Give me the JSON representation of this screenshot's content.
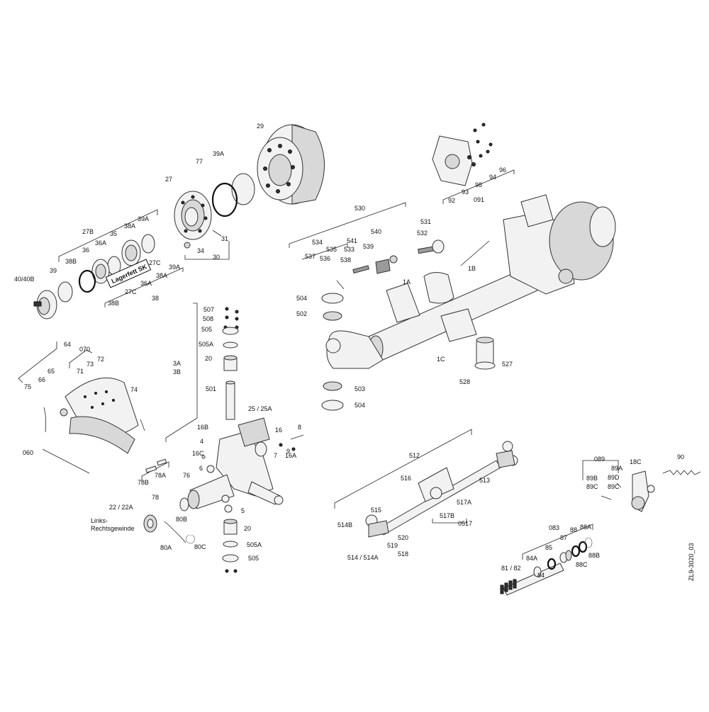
{
  "drawing_code": "ZL9-3020_03",
  "notes": {
    "links_line1": "Links-",
    "links_line2": "Rechtsgewinde",
    "lagerfett": "Lagerfett SK"
  },
  "labels": [
    {
      "id": "l29",
      "t": "29"
    },
    {
      "id": "l39A_top",
      "t": "39A"
    },
    {
      "id": "l77",
      "t": "77"
    },
    {
      "id": "l27",
      "t": "27"
    },
    {
      "id": "l31",
      "t": "31"
    },
    {
      "id": "l34",
      "t": "34"
    },
    {
      "id": "l30",
      "t": "30"
    },
    {
      "id": "l27B",
      "t": "27B"
    },
    {
      "id": "l38A_a",
      "t": "38A"
    },
    {
      "id": "l39A_b",
      "t": "39A"
    },
    {
      "id": "l35",
      "t": "35"
    },
    {
      "id": "l36A_a",
      "t": "36A"
    },
    {
      "id": "l36",
      "t": "36"
    },
    {
      "id": "l38B_a",
      "t": "38B"
    },
    {
      "id": "l39",
      "t": "39"
    },
    {
      "id": "l4040B",
      "t": "40/40B"
    },
    {
      "id": "l27C_a",
      "t": "27C"
    },
    {
      "id": "l39A_c",
      "t": "39A"
    },
    {
      "id": "l38A_b",
      "t": "38A"
    },
    {
      "id": "l36A_b",
      "t": "36A"
    },
    {
      "id": "l27C_b",
      "t": "27C"
    },
    {
      "id": "l38B_b",
      "t": "38B"
    },
    {
      "id": "l38",
      "t": "38"
    },
    {
      "id": "l92",
      "t": "92"
    },
    {
      "id": "l93",
      "t": "93"
    },
    {
      "id": "l98",
      "t": "98"
    },
    {
      "id": "l091",
      "t": "091"
    },
    {
      "id": "l94",
      "t": "94"
    },
    {
      "id": "l96",
      "t": "96"
    },
    {
      "id": "l530",
      "t": "530"
    },
    {
      "id": "l531",
      "t": "531"
    },
    {
      "id": "l532",
      "t": "532"
    },
    {
      "id": "l540",
      "t": "540"
    },
    {
      "id": "l534",
      "t": "534"
    },
    {
      "id": "l535",
      "t": "535"
    },
    {
      "id": "l541",
      "t": "541"
    },
    {
      "id": "l533",
      "t": "533"
    },
    {
      "id": "l539",
      "t": "539"
    },
    {
      "id": "l537",
      "t": "537"
    },
    {
      "id": "l536",
      "t": "536"
    },
    {
      "id": "l538",
      "t": "538"
    },
    {
      "id": "l1B",
      "t": "1B"
    },
    {
      "id": "l1A",
      "t": "1A"
    },
    {
      "id": "l504a",
      "t": "504"
    },
    {
      "id": "l502",
      "t": "502"
    },
    {
      "id": "l1C",
      "t": "1C"
    },
    {
      "id": "l527",
      "t": "527"
    },
    {
      "id": "l528",
      "t": "528"
    },
    {
      "id": "l503",
      "t": "503"
    },
    {
      "id": "l504b",
      "t": "504"
    },
    {
      "id": "l507",
      "t": "507"
    },
    {
      "id": "l508",
      "t": "508"
    },
    {
      "id": "l505",
      "t": "505"
    },
    {
      "id": "l505A",
      "t": "505A"
    },
    {
      "id": "l20a",
      "t": "20"
    },
    {
      "id": "l3A",
      "t": "3A"
    },
    {
      "id": "l3B",
      "t": "3B"
    },
    {
      "id": "l501",
      "t": "501"
    },
    {
      "id": "l2525A",
      "t": "25 / 25A"
    },
    {
      "id": "l16B",
      "t": "16B"
    },
    {
      "id": "l16",
      "t": "16"
    },
    {
      "id": "l8",
      "t": "8"
    },
    {
      "id": "l9",
      "t": "9"
    },
    {
      "id": "l4",
      "t": "4"
    },
    {
      "id": "l7",
      "t": "7"
    },
    {
      "id": "l16A",
      "t": "16A"
    },
    {
      "id": "l16C",
      "t": "16C"
    },
    {
      "id": "l6",
      "t": "6"
    },
    {
      "id": "l76",
      "t": "76"
    },
    {
      "id": "l5",
      "t": "5"
    },
    {
      "id": "l80B",
      "t": "80B"
    },
    {
      "id": "l2222A",
      "t": "22 / 22A"
    },
    {
      "id": "l20b",
      "t": "20"
    },
    {
      "id": "l80A",
      "t": "80A"
    },
    {
      "id": "l80C",
      "t": "80C"
    },
    {
      "id": "l505Ab",
      "t": "505A"
    },
    {
      "id": "l505b",
      "t": "505"
    },
    {
      "id": "l64",
      "t": "64"
    },
    {
      "id": "l070",
      "t": "070"
    },
    {
      "id": "l65",
      "t": "65"
    },
    {
      "id": "l71",
      "t": "71"
    },
    {
      "id": "l73",
      "t": "73"
    },
    {
      "id": "l72",
      "t": "72"
    },
    {
      "id": "l75",
      "t": "75"
    },
    {
      "id": "l66",
      "t": "66"
    },
    {
      "id": "l74",
      "t": "74"
    },
    {
      "id": "l060",
      "t": "060"
    },
    {
      "id": "l78B",
      "t": "78B"
    },
    {
      "id": "l78A",
      "t": "78A"
    },
    {
      "id": "l78",
      "t": "78"
    },
    {
      "id": "l512",
      "t": "512"
    },
    {
      "id": "l516",
      "t": "516"
    },
    {
      "id": "l513",
      "t": "513"
    },
    {
      "id": "l515",
      "t": "515"
    },
    {
      "id": "l517A",
      "t": "517A"
    },
    {
      "id": "l514B",
      "t": "514B"
    },
    {
      "id": "l517B",
      "t": "517B"
    },
    {
      "id": "l0517",
      "t": "0517"
    },
    {
      "id": "l520",
      "t": "520"
    },
    {
      "id": "l519",
      "t": "519"
    },
    {
      "id": "l518",
      "t": "518"
    },
    {
      "id": "l514",
      "t": "514 / 514A"
    },
    {
      "id": "l089",
      "t": "089"
    },
    {
      "id": "l89A",
      "t": "89A"
    },
    {
      "id": "l18C",
      "t": "18C"
    },
    {
      "id": "l90",
      "t": "90"
    },
    {
      "id": "l89B",
      "t": "89B"
    },
    {
      "id": "l89D",
      "t": "89D"
    },
    {
      "id": "l89C_a",
      "t": "89C"
    },
    {
      "id": "l89C_b",
      "t": "89C"
    },
    {
      "id": "l083",
      "t": "083"
    },
    {
      "id": "l88",
      "t": "88"
    },
    {
      "id": "l88A",
      "t": "88A"
    },
    {
      "id": "l87",
      "t": "87"
    },
    {
      "id": "l85",
      "t": "85"
    },
    {
      "id": "l84A",
      "t": "84A"
    },
    {
      "id": "l88C",
      "t": "88C"
    },
    {
      "id": "l88B",
      "t": "88B"
    },
    {
      "id": "l8182",
      "t": "81 / 82"
    },
    {
      "id": "l84",
      "t": "84"
    }
  ]
}
